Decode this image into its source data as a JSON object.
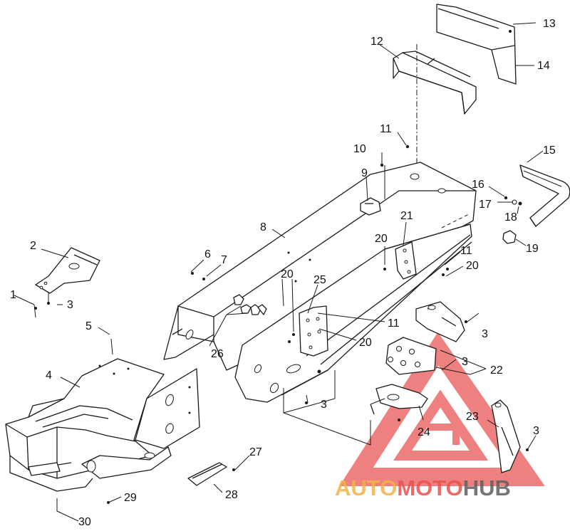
{
  "diagram": {
    "callouts": [
      {
        "id": "c1",
        "text": "1"
      },
      {
        "id": "c2",
        "text": "2"
      },
      {
        "id": "c3a",
        "text": "3"
      },
      {
        "id": "c3b",
        "text": "3"
      },
      {
        "id": "c3c",
        "text": "3"
      },
      {
        "id": "c3d",
        "text": "3"
      },
      {
        "id": "c3e",
        "text": "3"
      },
      {
        "id": "c4",
        "text": "4"
      },
      {
        "id": "c5",
        "text": "5"
      },
      {
        "id": "c6",
        "text": "6"
      },
      {
        "id": "c7",
        "text": "7"
      },
      {
        "id": "c8",
        "text": "8"
      },
      {
        "id": "c9",
        "text": "9"
      },
      {
        "id": "c10",
        "text": "10"
      },
      {
        "id": "c11a",
        "text": "11"
      },
      {
        "id": "c11b",
        "text": "11"
      },
      {
        "id": "c11c",
        "text": "11"
      },
      {
        "id": "c12",
        "text": "12"
      },
      {
        "id": "c13",
        "text": "13"
      },
      {
        "id": "c14",
        "text": "14"
      },
      {
        "id": "c15",
        "text": "15"
      },
      {
        "id": "c16",
        "text": "16"
      },
      {
        "id": "c17",
        "text": "17"
      },
      {
        "id": "c18",
        "text": "18"
      },
      {
        "id": "c19",
        "text": "19"
      },
      {
        "id": "c20a",
        "text": "20"
      },
      {
        "id": "c20b",
        "text": "20"
      },
      {
        "id": "c20c",
        "text": "20"
      },
      {
        "id": "c20d",
        "text": "20"
      },
      {
        "id": "c21",
        "text": "21"
      },
      {
        "id": "c22",
        "text": "22"
      },
      {
        "id": "c23",
        "text": "23"
      },
      {
        "id": "c24",
        "text": "24"
      },
      {
        "id": "c25",
        "text": "25"
      },
      {
        "id": "c26",
        "text": "26"
      },
      {
        "id": "c27",
        "text": "27"
      },
      {
        "id": "c28",
        "text": "28"
      },
      {
        "id": "c29",
        "text": "29"
      },
      {
        "id": "c30",
        "text": "30"
      }
    ]
  },
  "watermark": {
    "part1": "AUTO",
    "part2": "MOTO",
    "part3": "HUB",
    "color_red": "#e8524f",
    "color_orange": "#f3b24a",
    "color_gray": "#5f5f5f"
  }
}
